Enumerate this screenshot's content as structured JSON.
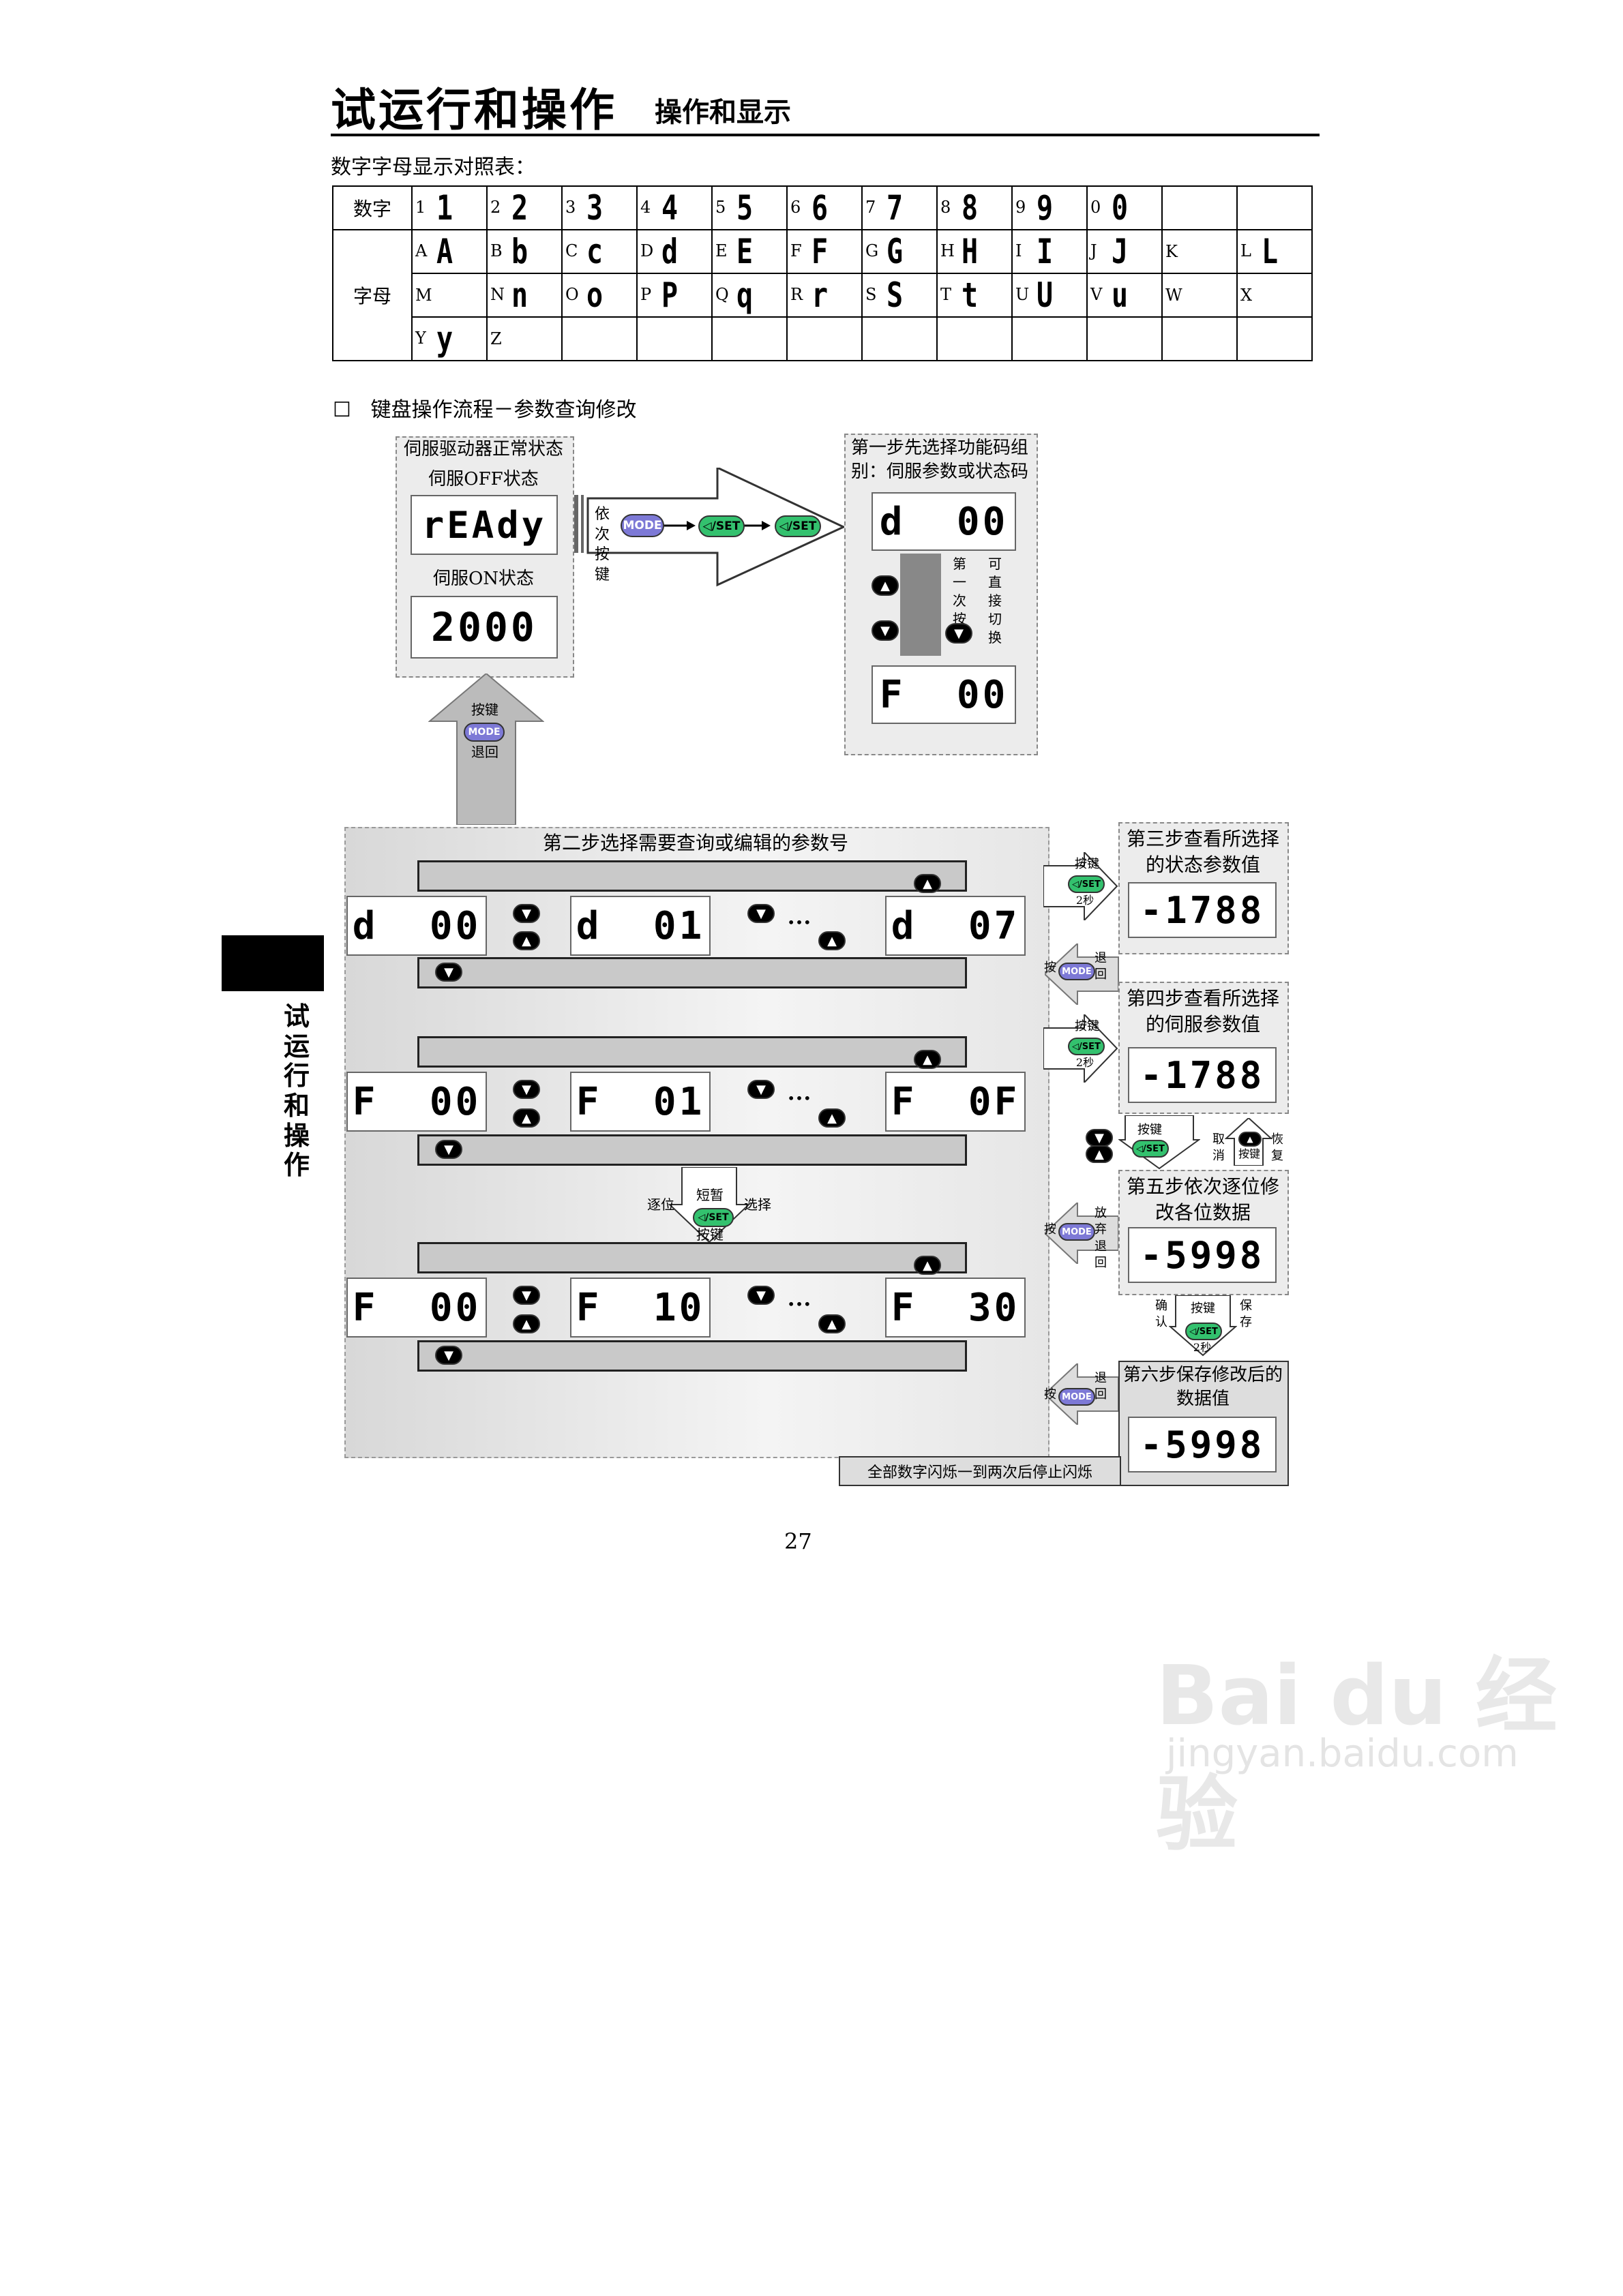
{
  "header": {
    "title": "试运行和操作",
    "subtitle": "操作和显示"
  },
  "caption": "数字字母显示对照表：",
  "table": {
    "row_digits_label": "数字",
    "row_letters_label": "字母",
    "digits": [
      {
        "char": "1",
        "seg": "1"
      },
      {
        "char": "2",
        "seg": "2"
      },
      {
        "char": "3",
        "seg": "3"
      },
      {
        "char": "4",
        "seg": "4"
      },
      {
        "char": "5",
        "seg": "5"
      },
      {
        "char": "6",
        "seg": "6"
      },
      {
        "char": "7",
        "seg": "7"
      },
      {
        "char": "8",
        "seg": "8"
      },
      {
        "char": "9",
        "seg": "9"
      },
      {
        "char": "0",
        "seg": "0"
      }
    ],
    "letters_row1": [
      {
        "char": "A",
        "seg": "A"
      },
      {
        "char": "B",
        "seg": "b"
      },
      {
        "char": "C",
        "seg": "c"
      },
      {
        "char": "D",
        "seg": "d"
      },
      {
        "char": "E",
        "seg": "E"
      },
      {
        "char": "F",
        "seg": "F"
      },
      {
        "char": "G",
        "seg": "G"
      },
      {
        "char": "H",
        "seg": "H"
      },
      {
        "char": "I",
        "seg": "I"
      },
      {
        "char": "J",
        "seg": "J"
      },
      {
        "char": "K",
        "seg": ""
      },
      {
        "char": "L",
        "seg": "L"
      }
    ],
    "letters_row2": [
      {
        "char": "M",
        "seg": ""
      },
      {
        "char": "N",
        "seg": "n"
      },
      {
        "char": "O",
        "seg": "o"
      },
      {
        "char": "P",
        "seg": "P"
      },
      {
        "char": "Q",
        "seg": "q"
      },
      {
        "char": "R",
        "seg": "r"
      },
      {
        "char": "S",
        "seg": "S"
      },
      {
        "char": "T",
        "seg": "t"
      },
      {
        "char": "U",
        "seg": "U"
      },
      {
        "char": "V",
        "seg": "u"
      },
      {
        "char": "W",
        "seg": ""
      },
      {
        "char": "X",
        "seg": ""
      }
    ],
    "letters_row3": [
      {
        "char": "Y",
        "seg": "y"
      },
      {
        "char": "Z",
        "seg": ""
      }
    ]
  },
  "section_title": "键盘操作流程－参数查询修改",
  "flow": {
    "normal_state_title": "伺服驱动器正常状态",
    "off_state": "伺服OFF状态",
    "off_display": "rEAdy",
    "on_state": "伺服ON状态",
    "on_display": "2000",
    "press_seq_label": "依次按键",
    "mode_key": "MODE",
    "set_key": "◁/SET",
    "step1_title": "第一步先选择功能码组别：伺服参数或状态码",
    "step1_display_top": "d  00",
    "step1_display_bottom": "F  00",
    "first_press": "第一次按",
    "direct_switch": "可直接切换",
    "return_label_top": "按键",
    "return_label_bottom": "退回",
    "step2_title": "第二步选择需要查询或编辑的参数号",
    "row_d": [
      "d  00",
      "d  01",
      "d  07"
    ],
    "row_f1": [
      "F  00",
      "F  01",
      "F  0F"
    ],
    "row_f2": [
      "F  00",
      "F  10",
      "F  30"
    ],
    "shift_left": "逐位",
    "shift_mid": "短暂",
    "shift_key": "按键",
    "shift_right": "选择",
    "ellipsis": "•••",
    "up_key": "▲",
    "down_key": "▼",
    "step3_title": "第三步查看所选择的状态参数值",
    "step3_display": "-1788",
    "step4_title": "第四步查看所选择的伺服参数值",
    "step4_display": "-1788",
    "press_key": "按键",
    "two_sec": "2秒",
    "back_label": "退回",
    "press_label": "按",
    "cancel": "取消",
    "restore": "恢复",
    "step5_title": "第五步依次逐位修改各位数据",
    "step5_display": "-5998",
    "give_up_back": "放弃退回",
    "confirm": "确认",
    "save": "保存",
    "step6_title": "第六步保存修改后的数据值",
    "step6_display": "-5998",
    "blink_note": "全部数字闪烁一到两次后停止闪烁"
  },
  "sidebar_label": "试运行和操作",
  "page_number": "27",
  "watermark": {
    "brand": "Bai du 经验",
    "url": "jingyan.baidu.com"
  },
  "colors": {
    "mode_key": "#7d79d6",
    "set_key": "#33c16e",
    "panel": "#ececec"
  }
}
